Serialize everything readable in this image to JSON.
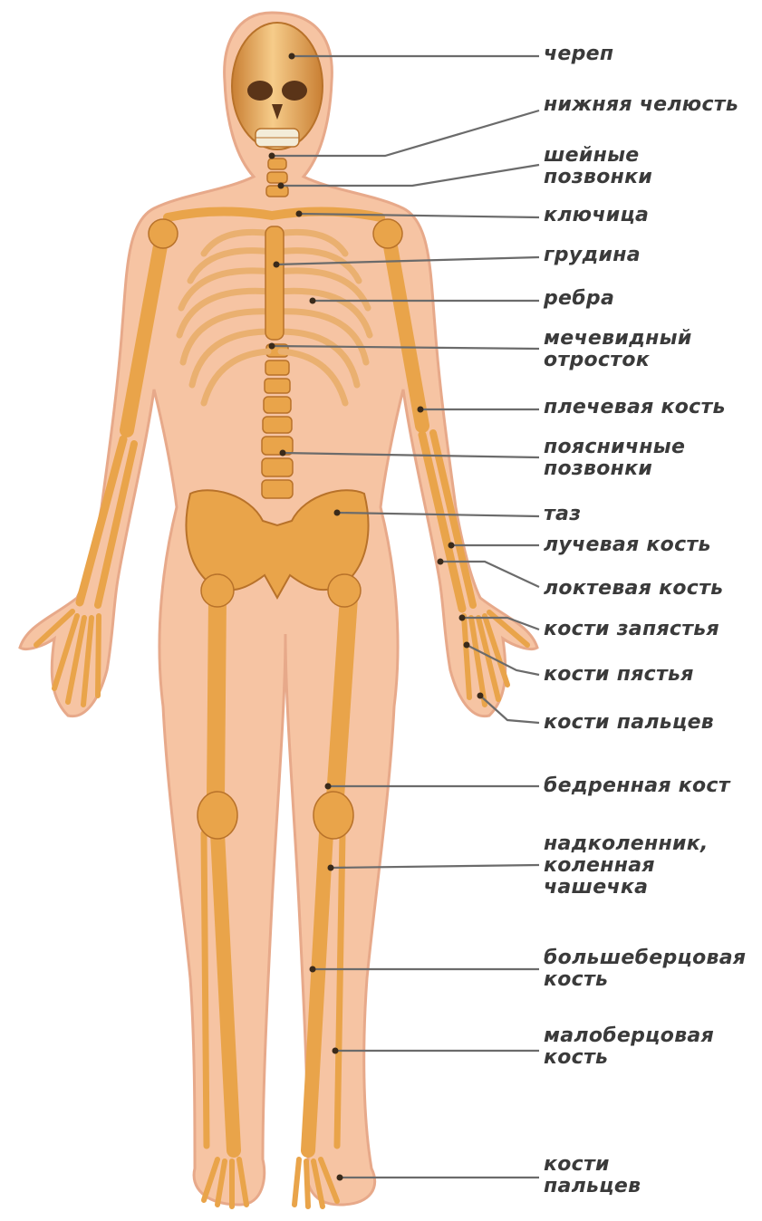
{
  "labels": {
    "skull": "череп",
    "mandible": "нижняя челюсть",
    "cervical": "шейные\nпозвонки",
    "clavicle": "ключица",
    "sternum": "грудина",
    "ribs": "ребра",
    "xiphoid": "мечевидный\nотросток",
    "humerus": "плечевая кость",
    "lumbar": "поясничные\nпозвонки",
    "pelvis": "таз",
    "radius": "лучевая кость",
    "ulna": "локтевая кость",
    "carpals": "кости запястья",
    "metacarpals": "кости пястья",
    "hand_phalanges": "кости пальцев",
    "femur": "бедренная кост",
    "patella": "надколенник,\nколенная\nчашечка",
    "tibia": "большеберцовая\nкость",
    "fibula": "малоберцовая\nкость",
    "foot_phalanges": "кости\nпальцев"
  },
  "colors": {
    "skin": "#f6c4a3",
    "skin_outline": "#e7a98a",
    "bone": "#e9a44a",
    "bone_light": "#f7d49a",
    "bone_dark": "#b8722a",
    "text": "#3a3a3a",
    "leader": "#6b6b6b"
  }
}
